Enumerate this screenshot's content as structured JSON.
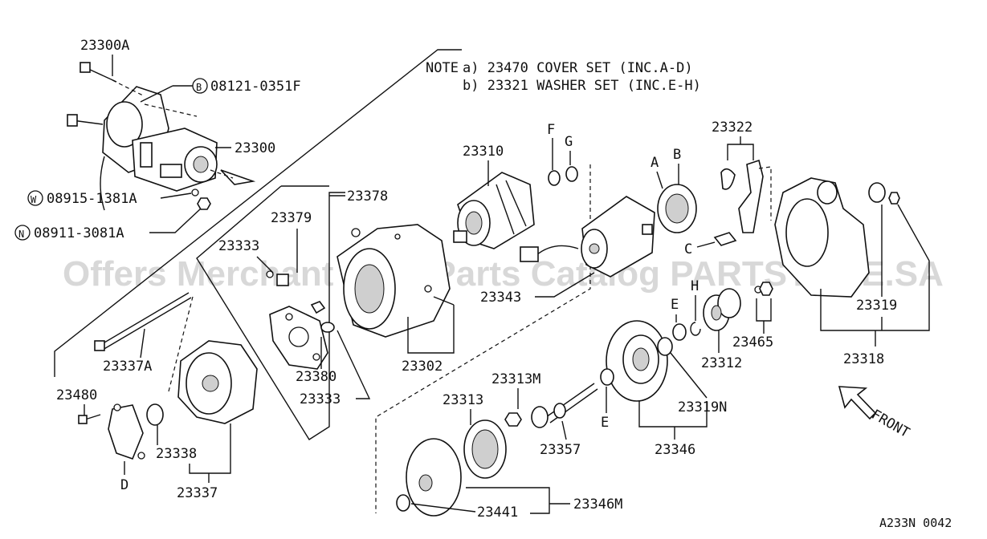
{
  "note": {
    "head": "NOTE",
    "line_a": "a) 23470 COVER SET (INC.A-D)",
    "line_b": "b) 23321 WASHER SET (INC.E-H)"
  },
  "watermark": "Offers Merchant Auto Parts Catalog PARTSTORE.SA",
  "diagram_code": "A233N 0042",
  "front_label": "FRONT",
  "bolt_prefixes": {
    "b": "B",
    "w": "W",
    "n": "N"
  },
  "bolts": {
    "b": "08121-0351F",
    "w": "08915-1381A",
    "n": "08911-3081A"
  },
  "parts": {
    "p23300A": "23300A",
    "p23300": "23300",
    "p23378": "23378",
    "p23379": "23379",
    "p23333a": "23333",
    "p23333b": "23333",
    "p23380": "23380",
    "p23337A": "23337A",
    "p23480": "23480",
    "p23338": "23338",
    "p23337": "23337",
    "pD": "D",
    "p23302": "23302",
    "p23310": "23310",
    "pF": "F",
    "pG": "G",
    "p23343": "23343",
    "p23313M": "23313M",
    "p23313": "23313",
    "p23357": "23357",
    "p23441": "23441",
    "p23346M": "23346M",
    "pA": "A",
    "pB": "B",
    "pC": "C",
    "pE1": "E",
    "pH": "H",
    "p23312": "23312",
    "p23465": "23465",
    "pE2": "E",
    "p23319N": "23319N",
    "p23346": "23346",
    "p23322": "23322",
    "p23319": "23319",
    "p23318": "23318"
  }
}
